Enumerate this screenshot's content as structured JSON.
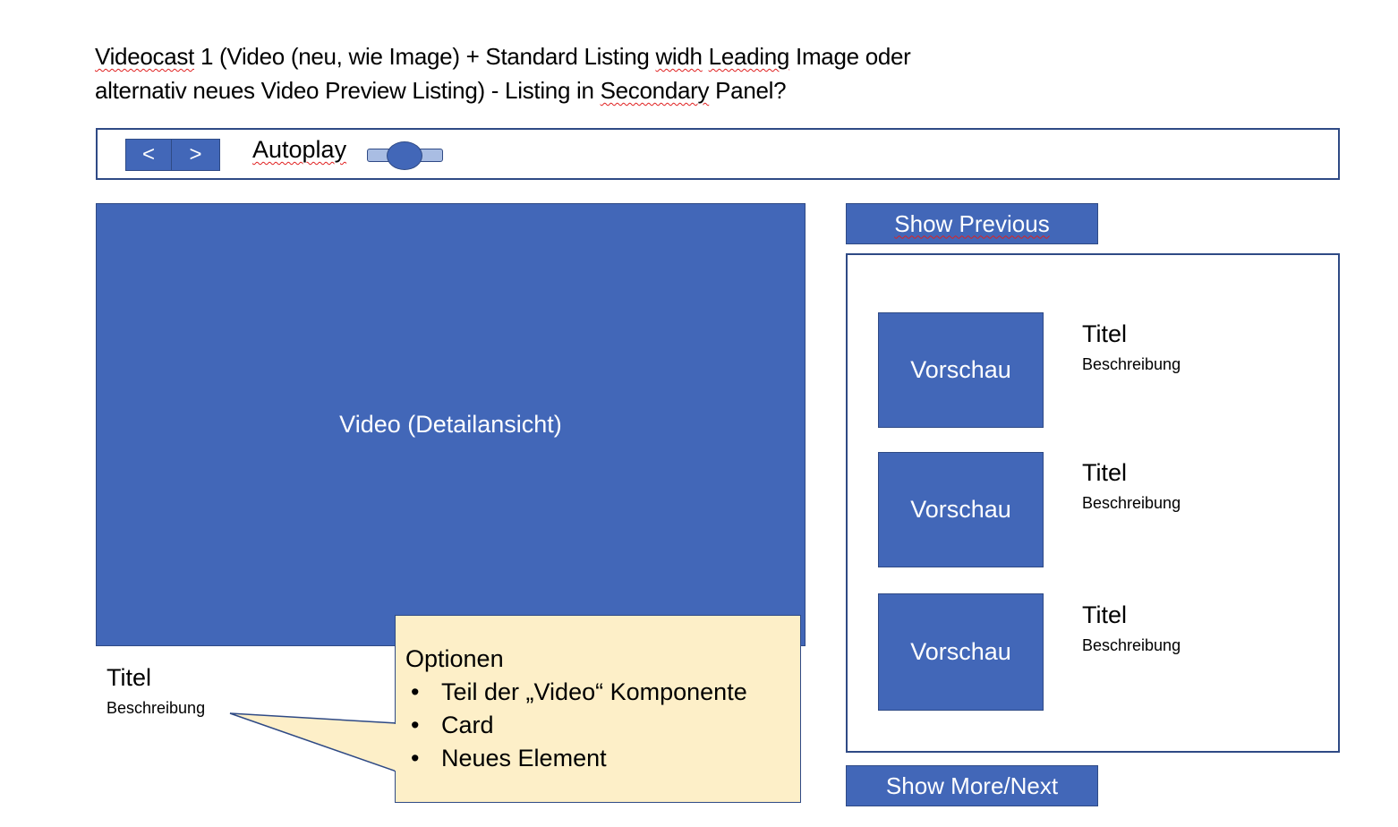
{
  "heading": {
    "line1_parts": [
      "Videocast",
      " 1 (Video (neu, wie Image) + Standard Listing ",
      "widh",
      " ",
      "Leading",
      " Image oder"
    ],
    "line2_parts": [
      "alternativ neues Video Preview Listing) - Listing in ",
      "Secondary",
      " Panel?"
    ]
  },
  "toolbar": {
    "prev_label": "<",
    "next_label": ">",
    "autoplay_label": "Autoplay",
    "autoplay_on": false
  },
  "video": {
    "label": "Video (Detailansicht)",
    "title": "Titel",
    "description": "Beschreibung"
  },
  "callout": {
    "heading": "Optionen",
    "items": [
      "Teil der „Video“ Komponente",
      "Card",
      "Neues Element"
    ]
  },
  "sidebar": {
    "show_previous_label": "Show Previous",
    "show_more_label": "Show More/Next",
    "items": [
      {
        "preview": "Vorschau",
        "title": "Titel",
        "description": "Beschreibung"
      },
      {
        "preview": "Vorschau",
        "title": "Titel",
        "description": "Beschreibung"
      },
      {
        "preview": "Vorschau",
        "title": "Titel",
        "description": "Beschreibung"
      }
    ]
  },
  "colors": {
    "accent": "#4267b8",
    "border": "#2f4a85",
    "callout": "#fdefc8"
  }
}
